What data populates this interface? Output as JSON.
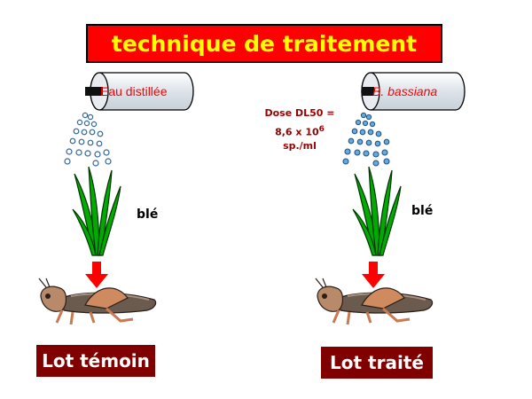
{
  "title": "technique de traitement",
  "left": {
    "can_label": "Eau distillée",
    "plant_label": "blé",
    "lot_label": "Lot témoin"
  },
  "right": {
    "can_label": "B. bassiana",
    "plant_label": "blé",
    "lot_label": "Lot traité"
  },
  "dose": {
    "line1": "Dose DL50  =",
    "line2_base": "8,6 x 10",
    "line2_exp": "6",
    "line3": "sp./ml"
  },
  "colors": {
    "title_bg": "#ff0000",
    "title_text": "#ffff00",
    "label_red": "#ff0000",
    "dose_text": "#990000",
    "leaf_green": "#00aa00",
    "arrow_red": "#ff0000",
    "lot_bg": "#800000",
    "spray_blue": "#66aadd"
  },
  "icons": [
    "spray-can-icon",
    "water-droplets-icon",
    "wheat-plant-icon",
    "down-arrow-icon",
    "locust-icon"
  ]
}
